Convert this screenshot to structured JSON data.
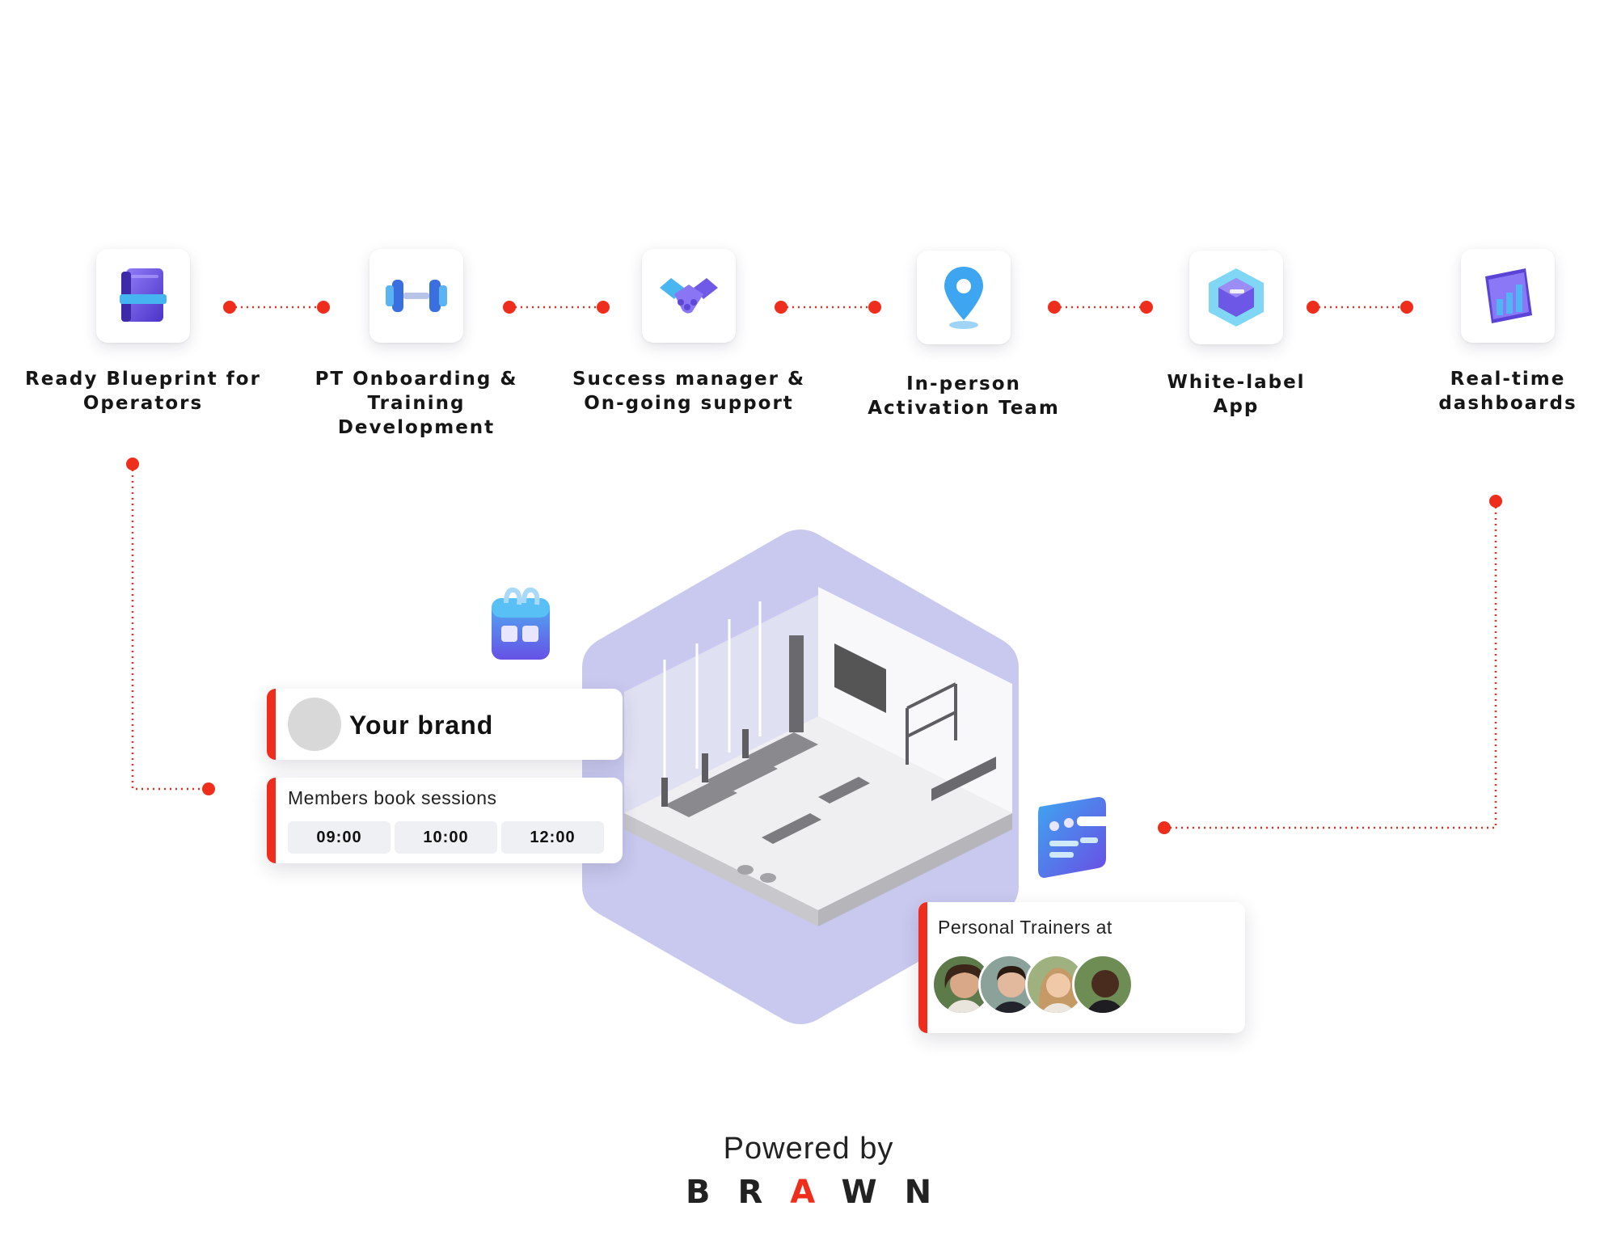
{
  "steps": [
    {
      "label_line1": "Ready Blueprint for",
      "label_line2": "Operators",
      "icon": "book-icon"
    },
    {
      "label_line1": "PT Onboarding &",
      "label_line2": "Training Development",
      "icon": "dumbbell-icon"
    },
    {
      "label_line1": "Success manager &",
      "label_line2": "On-going support",
      "icon": "handshake-icon"
    },
    {
      "label_line1": "In-person",
      "label_line2": "Activation Team",
      "icon": "location-pin-icon"
    },
    {
      "label_line1": "White-label",
      "label_line2": "App",
      "icon": "app-cube-icon"
    },
    {
      "label_line1": "Real-time",
      "label_line2": "dashboards",
      "icon": "bar-chart-icon"
    }
  ],
  "brand_card": {
    "name": "Your brand"
  },
  "booking_card": {
    "title": "Members book sessions",
    "slots": [
      "09:00",
      "10:00",
      "12:00"
    ]
  },
  "trainers_card": {
    "title": "Personal Trainers at"
  },
  "footer": {
    "powered_by": "Powered by",
    "brand_letters": [
      "B",
      "R",
      "A",
      "W",
      "N"
    ]
  },
  "colors": {
    "accent": "#ef2d1c",
    "hexagon": "#c9c9ef",
    "icon_purple": "#6b54e8",
    "icon_blue": "#3aa8f2"
  },
  "floating_icons": [
    "calendar-icon",
    "dashboard-widget-icon"
  ]
}
